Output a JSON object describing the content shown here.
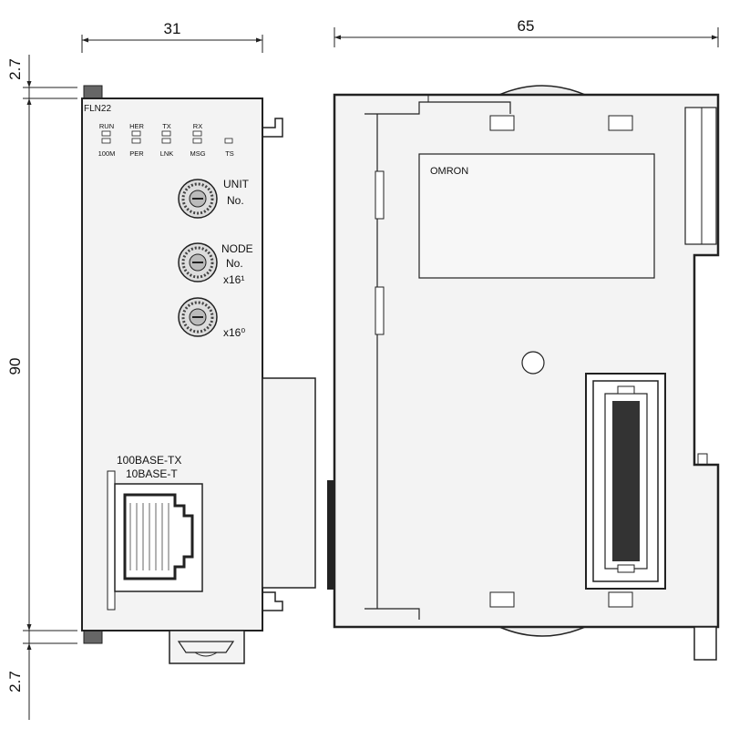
{
  "dimensions": {
    "width_front": "31",
    "width_side": "65",
    "height": "90",
    "top_offset": "2.7",
    "bottom_offset": "2.7"
  },
  "front": {
    "model": "FLN22",
    "leds_top": [
      "RUN",
      "HER",
      "TX",
      "RX"
    ],
    "leds_bottom": [
      "100M",
      "PER",
      "LNK",
      "MSG",
      "TS"
    ],
    "unit_label": [
      "UNIT",
      "No."
    ],
    "node_label": [
      "NODE",
      "No.",
      "x16¹"
    ],
    "node_low_label": "x16⁰",
    "port_label": [
      "100BASE-TX",
      "10BASE-T"
    ]
  },
  "side": {
    "brand": "OMRON"
  }
}
